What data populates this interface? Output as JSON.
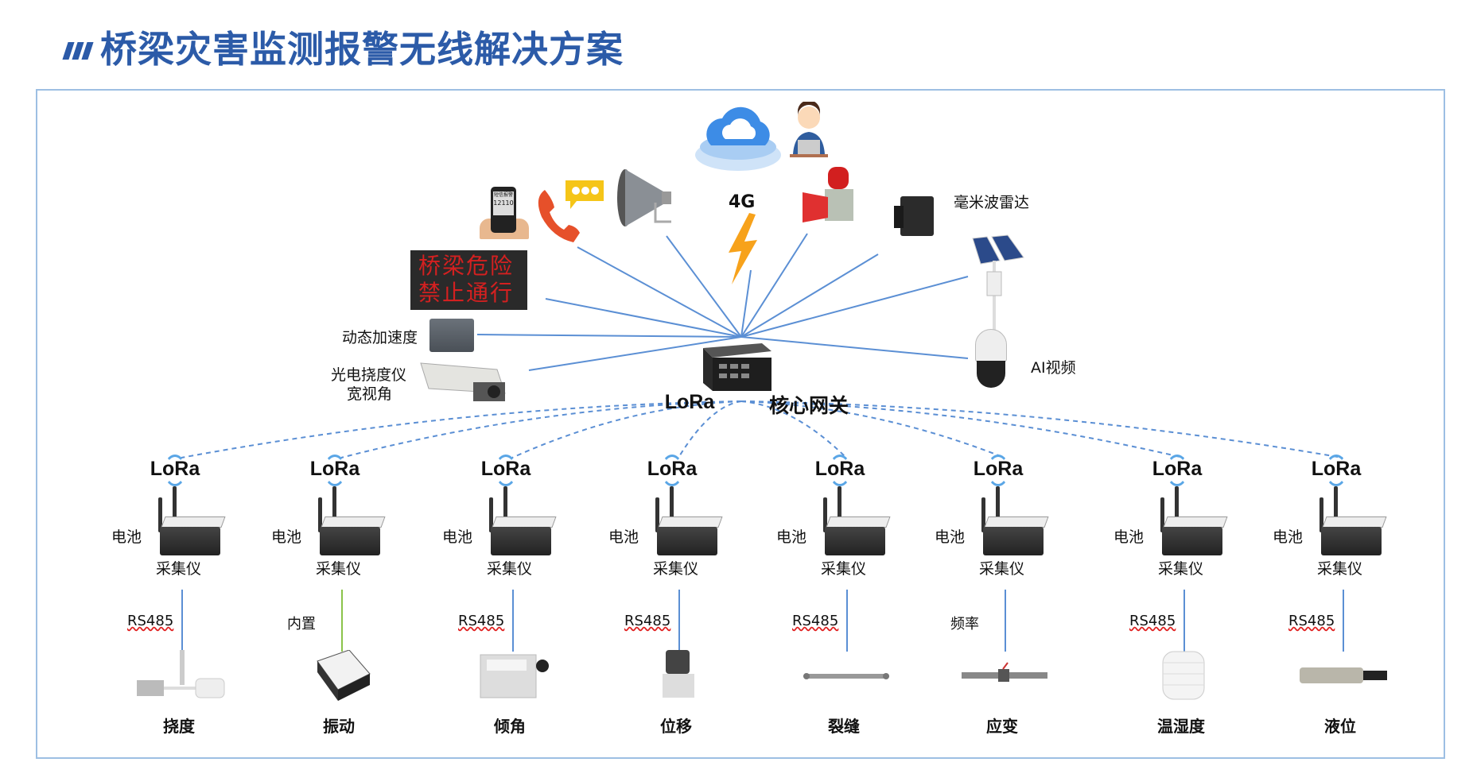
{
  "title": "桥梁灾害监测报警无线解决方案",
  "colors": {
    "title": "#2c5ba8",
    "link_line": "#5b8fd4",
    "builtin_line": "#8bc34a",
    "frame": "#9dbfe3",
    "led_text": "#d42020"
  },
  "top": {
    "led_sign": {
      "line1": "桥梁危险",
      "line2": "禁止通行"
    },
    "phone_screen": {
      "header": "短信报警",
      "number": "12110"
    },
    "network_label": "4G",
    "radar_label": "毫米波雷达",
    "ai_video_label": "AI视频",
    "accelerometer_label": "动态加速度",
    "deflection_label_line1": "光电挠度仪",
    "deflection_label_line2": "宽视角",
    "icons": [
      "cloud-icon",
      "operator-icon",
      "phone-hand-icon",
      "telephone-icon",
      "chat-bubble-icon",
      "horn-speaker-icon",
      "lightning-icon",
      "siren-icon",
      "radar-icon",
      "solar-pole-icon",
      "ptz-camera-icon",
      "accelerometer-icon",
      "camera-housing-icon"
    ]
  },
  "gateway": {
    "lora_label": "LoRa",
    "label": "核心网关"
  },
  "nodes": [
    {
      "lora": "LoRa",
      "battery": "电池",
      "collector": "采集仪",
      "link": "RS485",
      "sensor": "挠度",
      "icon": "deflection-sensor-icon"
    },
    {
      "lora": "LoRa",
      "battery": "电池",
      "collector": "采集仪",
      "link": "内置",
      "sensor": "振动",
      "icon": "vibration-chip-icon"
    },
    {
      "lora": "LoRa",
      "battery": "电池",
      "collector": "采集仪",
      "link": "RS485",
      "sensor": "倾角",
      "icon": "inclinometer-icon"
    },
    {
      "lora": "LoRa",
      "battery": "电池",
      "collector": "采集仪",
      "link": "RS485",
      "sensor": "位移",
      "icon": "displacement-sensor-icon"
    },
    {
      "lora": "LoRa",
      "battery": "电池",
      "collector": "采集仪",
      "link": "RS485",
      "sensor": "裂缝",
      "icon": "crack-meter-icon"
    },
    {
      "lora": "LoRa",
      "battery": "电池",
      "collector": "采集仪",
      "link": "频率",
      "sensor": "应变",
      "icon": "strain-gauge-icon"
    },
    {
      "lora": "LoRa",
      "battery": "电池",
      "collector": "采集仪",
      "link": "RS485",
      "sensor": "温湿度",
      "icon": "thermo-hygrometer-icon"
    },
    {
      "lora": "LoRa",
      "battery": "电池",
      "collector": "采集仪",
      "link": "RS485",
      "sensor": "液位",
      "icon": "level-sensor-icon"
    }
  ]
}
